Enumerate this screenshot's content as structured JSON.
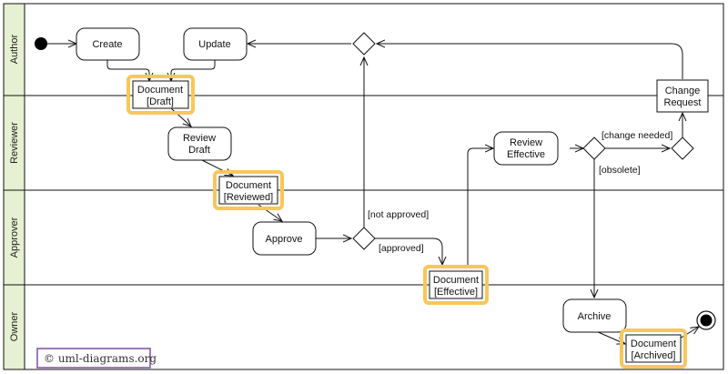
{
  "lanes": [
    {
      "label": "Author"
    },
    {
      "label": "Reviewer"
    },
    {
      "label": "Approver"
    },
    {
      "label": "Owner"
    }
  ],
  "actions": {
    "create": "Create",
    "update": "Update",
    "review_draft": [
      "Review",
      "Draft"
    ],
    "review_effective": [
      "Review",
      "Effective"
    ],
    "approve": "Approve",
    "archive": "Archive",
    "change_request": [
      "Change",
      "Request"
    ]
  },
  "objects": {
    "draft": [
      "Document",
      "[Draft]"
    ],
    "reviewed": [
      "Document",
      "[Reviewed]"
    ],
    "effective": [
      "Document",
      "[Effective]"
    ],
    "archived": [
      "Document",
      "[Archived]"
    ]
  },
  "guards": {
    "not_approved": "[not approved]",
    "approved": "[approved]",
    "change_needed": "[change needed]",
    "obsolete": "[obsolete]"
  },
  "watermark": "© uml-diagrams.org",
  "colors": {
    "lane_header": "#e6f0d2",
    "object_highlight": "#f7c75a"
  }
}
